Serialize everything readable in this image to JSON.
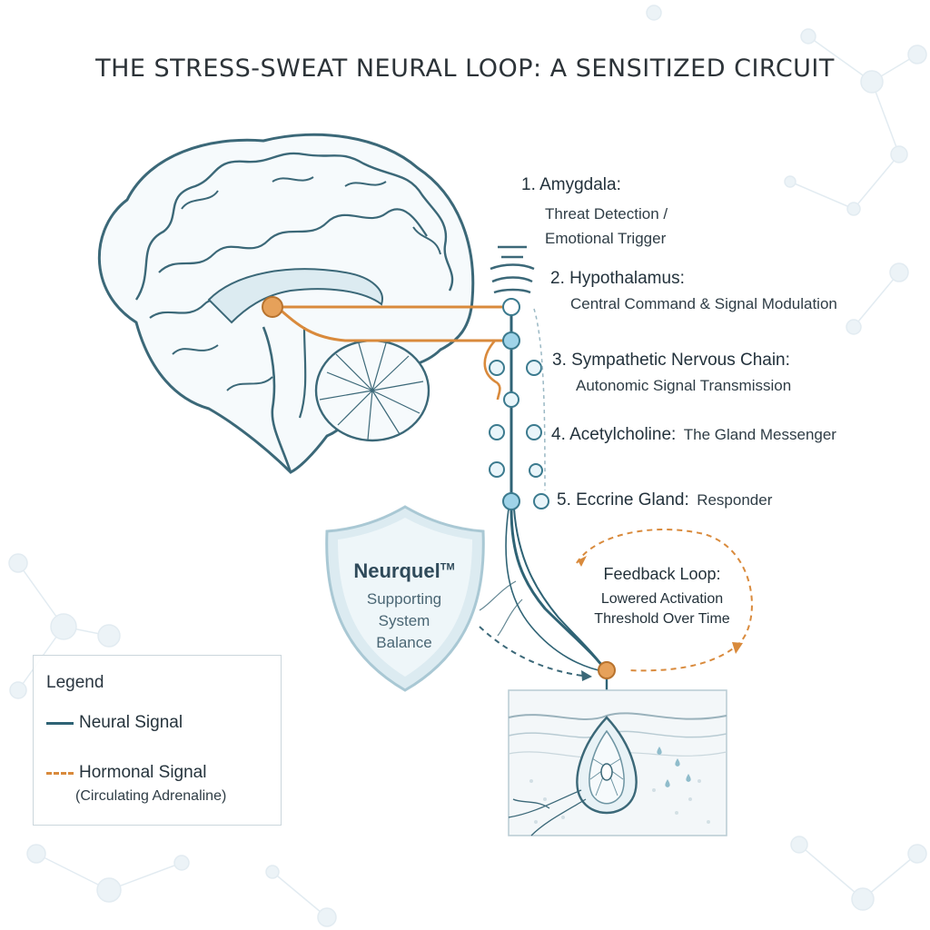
{
  "title": "THE STRESS-SWEAT NEURAL LOOP: A SENSITIZED CIRCUIT",
  "steps": [
    {
      "head": "1. Amygdala:",
      "sub": "Threat Detection /\nEmotional Trigger"
    },
    {
      "head": "2. Hypothalamus:",
      "sub": "Central Command & Signal Modulation"
    },
    {
      "head": "3. Sympathetic Nervous Chain:",
      "sub": "Autonomic Signal Transmission"
    },
    {
      "head": "4. Acetylcholine:",
      "sub": "The Gland Messenger"
    },
    {
      "head": "5. Eccrine Gland:",
      "sub": "Responder"
    }
  ],
  "shield": {
    "brand": "Neurquel",
    "trademark": "TM",
    "tagline": [
      "Supporting",
      "System",
      "Balance"
    ]
  },
  "feedback": {
    "title": "Feedback Loop:",
    "lines": [
      "Lowered Activation",
      "Threshold Over Time"
    ]
  },
  "legend": {
    "title": "Legend",
    "neural": "Neural Signal",
    "hormonal": "Hormonal Signal",
    "hormonal_note": "(Circulating Adrenaline)"
  },
  "colors": {
    "neural": "#2f6375",
    "hormonal": "#d98a3c",
    "node_fill": "#cfe9f3",
    "shield": "#dcebf1"
  }
}
